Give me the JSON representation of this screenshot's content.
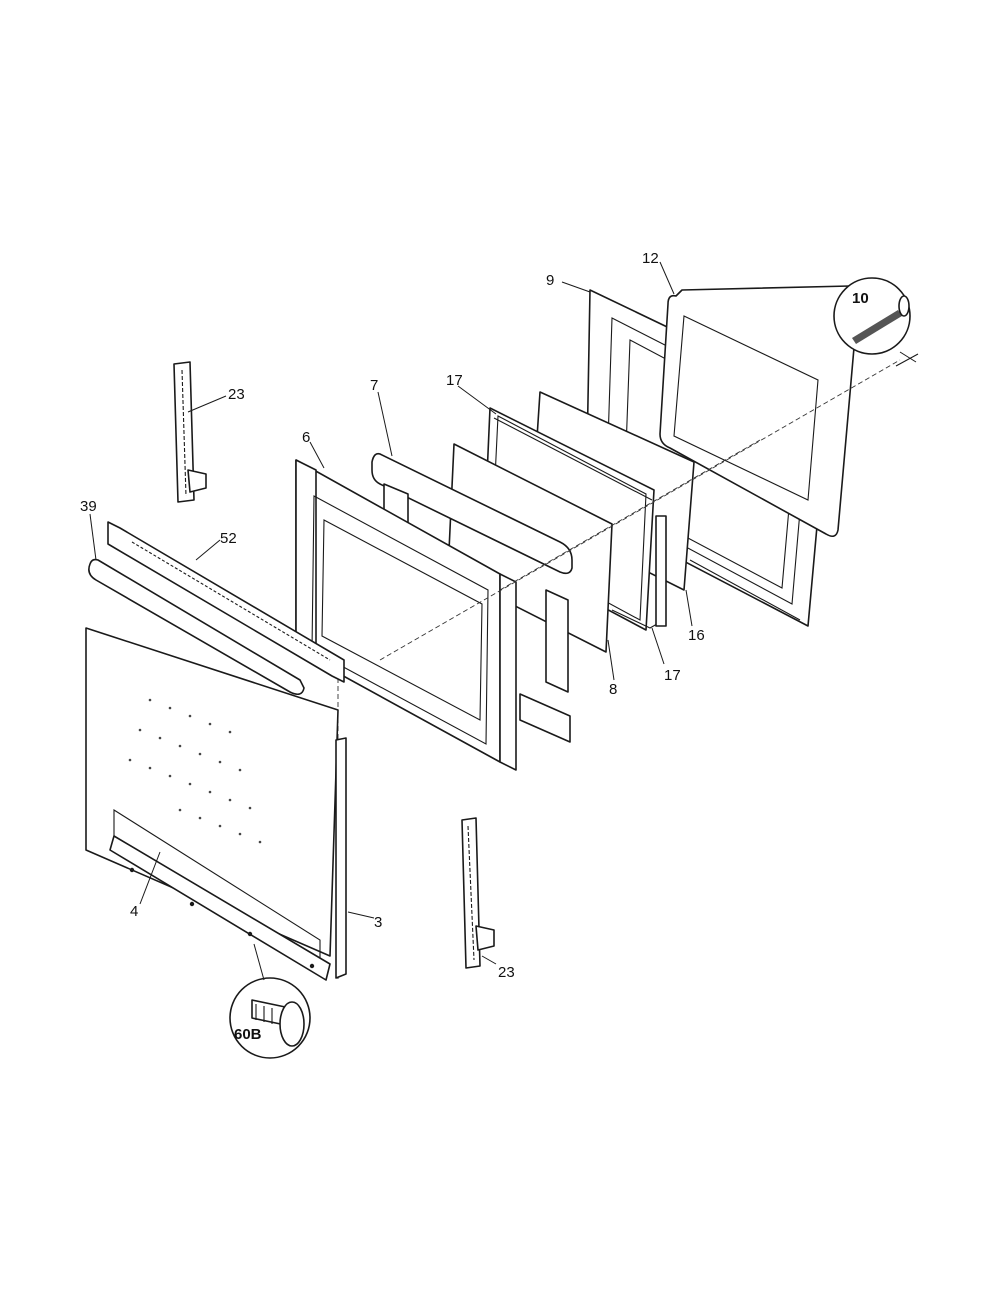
{
  "labels": {
    "p9": "9",
    "p12": "12",
    "p10": "10",
    "p23_top": "23",
    "p7": "7",
    "p17_top": "17",
    "p6": "6",
    "p39": "39",
    "p52": "52",
    "p16": "16",
    "p17_bottom": "17",
    "p8": "8",
    "p4": "4",
    "p3": "3",
    "p23_bottom": "23",
    "p60b": "60B"
  }
}
